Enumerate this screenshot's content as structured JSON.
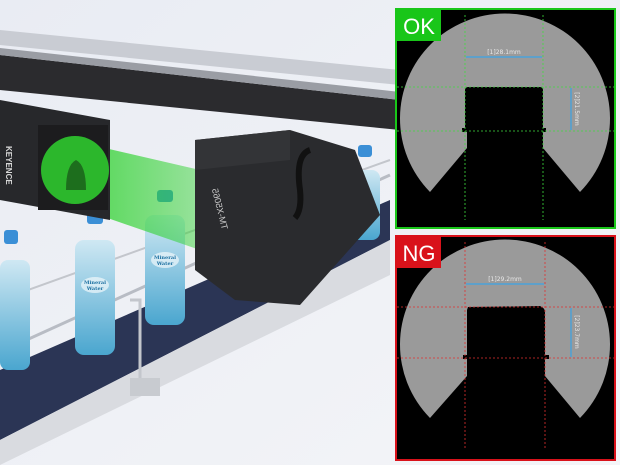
{
  "scene": {
    "device_model": "TM-X5065",
    "brand": "KEYENCE",
    "bottle_label": [
      "Mineral",
      "Water"
    ],
    "beam_color": "#2fd22f"
  },
  "panels": [
    {
      "status": "OK",
      "color": "#19c619",
      "measurement_1": "[1]28.1mm",
      "measurement_2": "[2]21.5mm"
    },
    {
      "status": "NG",
      "color": "#d9121b",
      "measurement_1": "[1]29.2mm",
      "measurement_2": "[2]23.7mm"
    }
  ]
}
